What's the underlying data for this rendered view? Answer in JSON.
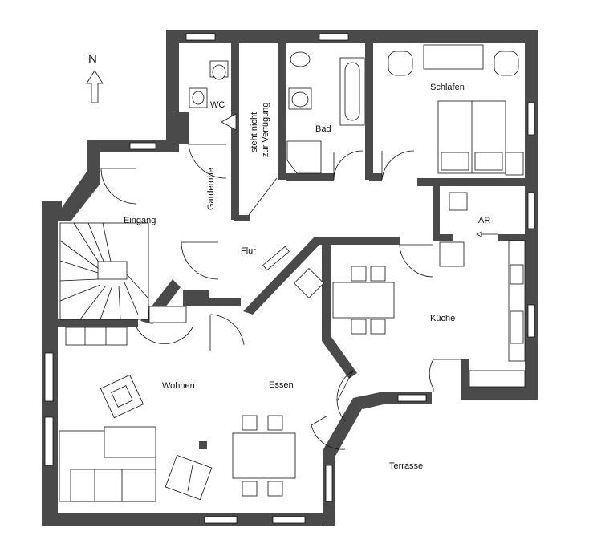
{
  "compass": {
    "label": "N"
  },
  "rooms": {
    "wc": "WC",
    "unavailable_line1": "steht nicht",
    "unavailable_line2": "zur Verfügung",
    "bad": "Bad",
    "schlafen": "Schlafen",
    "garderobe": "Garderobe",
    "eingang": "Eingang",
    "flur": "Flur",
    "ar": "AR",
    "kueche": "Küche",
    "wohnen": "Wohnen",
    "essen": "Essen",
    "terrasse": "Terrasse"
  },
  "colors": {
    "wall": "#4a4a4a",
    "line": "#111111",
    "background": "#ffffff"
  }
}
